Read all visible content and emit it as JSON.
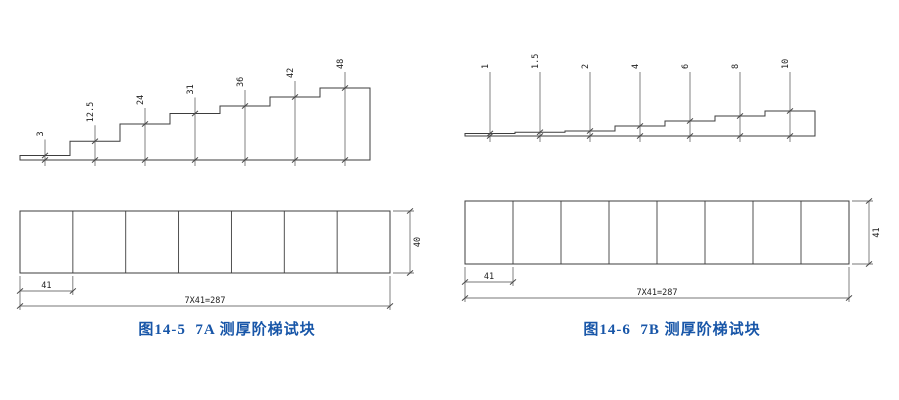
{
  "page": {
    "background": "#ffffff"
  },
  "caption_color": "#1856a8",
  "figures": [
    {
      "name": "7A",
      "caption": "图14-5  7A 测厚阶梯试块",
      "profile": {
        "unit_heights": [
          3,
          12.5,
          24,
          31,
          36,
          42,
          48
        ],
        "labels": [
          "3",
          "12.5",
          "24",
          "31",
          "36",
          "42",
          "48"
        ]
      },
      "plan": {
        "cells": 7,
        "first_cell_label": "41",
        "total_label": "7X41=287",
        "side_label": "40"
      }
    },
    {
      "name": "7B",
      "caption": "图14-6  7B 测厚阶梯试块",
      "profile": {
        "unit_heights": [
          1,
          1.5,
          2,
          4,
          6,
          8,
          10
        ],
        "labels": [
          "1",
          "1.5",
          "2",
          "4",
          "6",
          "8",
          "10"
        ]
      },
      "plan": {
        "cells": 8,
        "first_cell_label": "41",
        "total_label": "7X41=287",
        "side_label": "41"
      }
    }
  ]
}
